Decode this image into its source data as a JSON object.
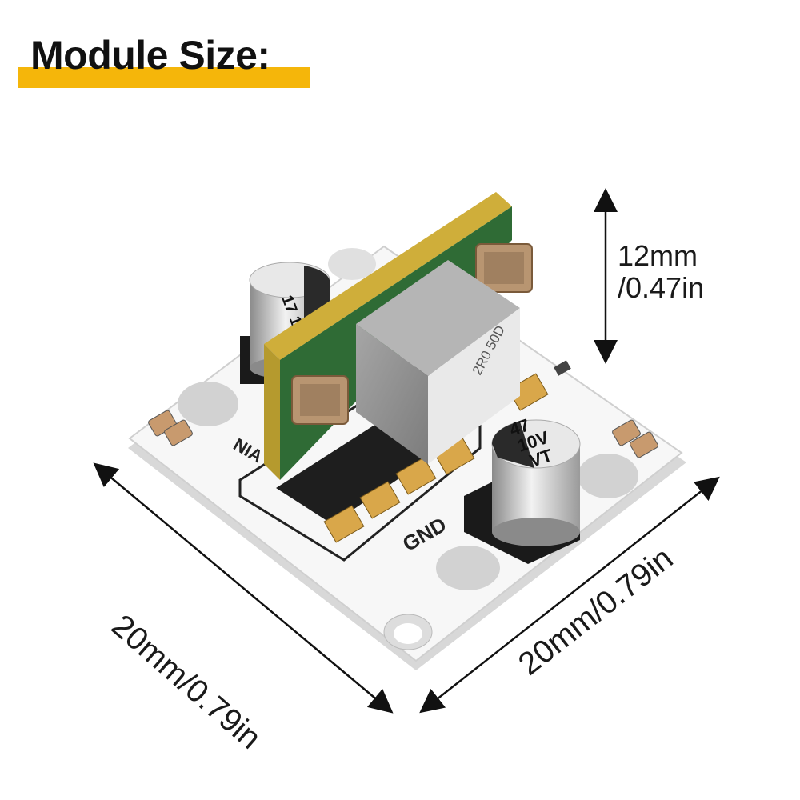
{
  "title": "Module Size:",
  "accent_color": "#f5b60a",
  "dimensions": {
    "height_line1": "12mm",
    "height_line2": "/0.47in",
    "width_left": "20mm/0.79in",
    "width_right": "20mm/0.79in"
  },
  "board_labels": {
    "gnd": "GND",
    "vin_partial": "NIA",
    "cap_left": "17 16V",
    "cap_right_line1": "47",
    "cap_right_line2": "10V",
    "cap_right_line3": "VT",
    "inductor_marking": "2R0 50D"
  }
}
